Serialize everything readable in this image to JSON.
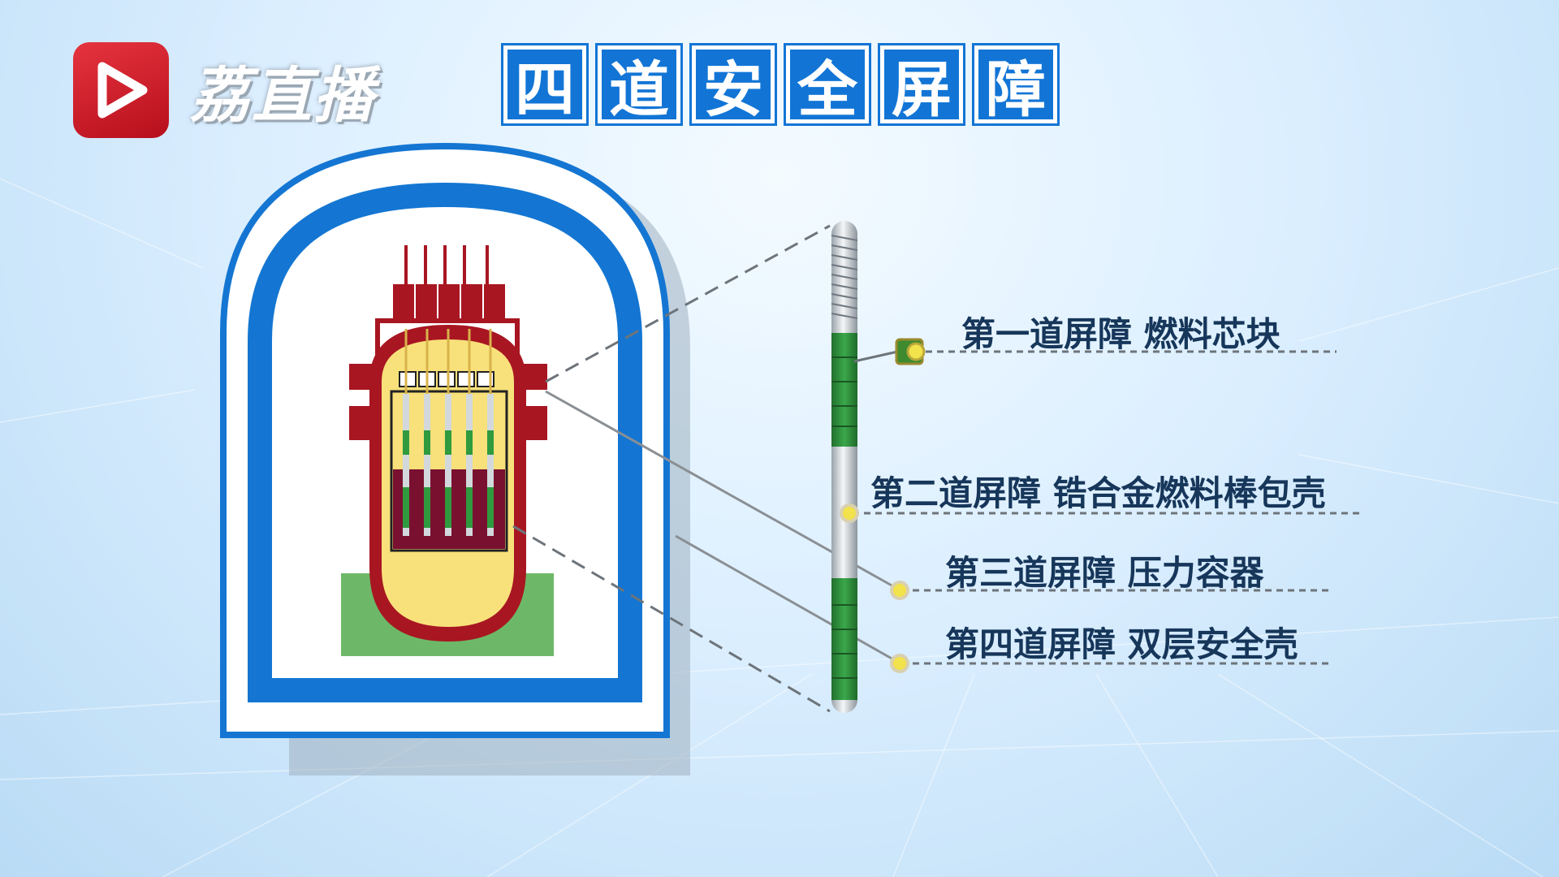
{
  "logo": {
    "text": "荔直播"
  },
  "title": {
    "chars": [
      "四",
      "道",
      "安",
      "全",
      "屏",
      "障"
    ]
  },
  "barriers": [
    {
      "label": "第一道屏障 燃料芯块"
    },
    {
      "label": "第二道屏障 锆合金燃料棒包壳"
    },
    {
      "label": "第三道屏障 压力容器"
    },
    {
      "label": "第四道屏障 双层安全壳"
    }
  ],
  "colors": {
    "title_bg": "#1275d6",
    "containment_blue": "#1476d2",
    "vessel_red": "#a81622",
    "core_yellow": "#f8e17a",
    "fuel_green": "#2f9a3e",
    "base_green": "#6db868",
    "marker_yellow": "#f2e24b"
  }
}
